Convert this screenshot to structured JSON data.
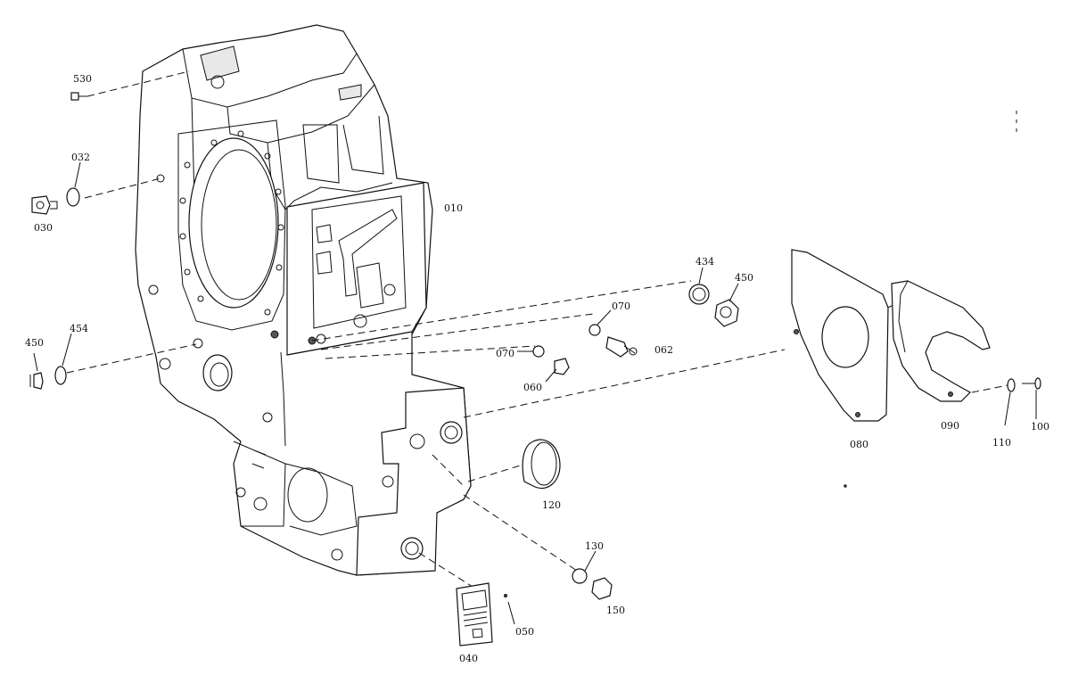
{
  "labels": {
    "p530": "530",
    "p032": "032",
    "p030": "030",
    "p010": "010",
    "p450a": "450",
    "p454a": "454",
    "p434": "434",
    "p450b": "450",
    "p070a": "070",
    "p070b": "070",
    "p062": "062",
    "p060": "060",
    "p080": "080",
    "p090": "090",
    "p110": "110",
    "p100": "100",
    "p120": "120",
    "p130": "130",
    "p150": "150",
    "p050": "050",
    "p040": "040"
  }
}
